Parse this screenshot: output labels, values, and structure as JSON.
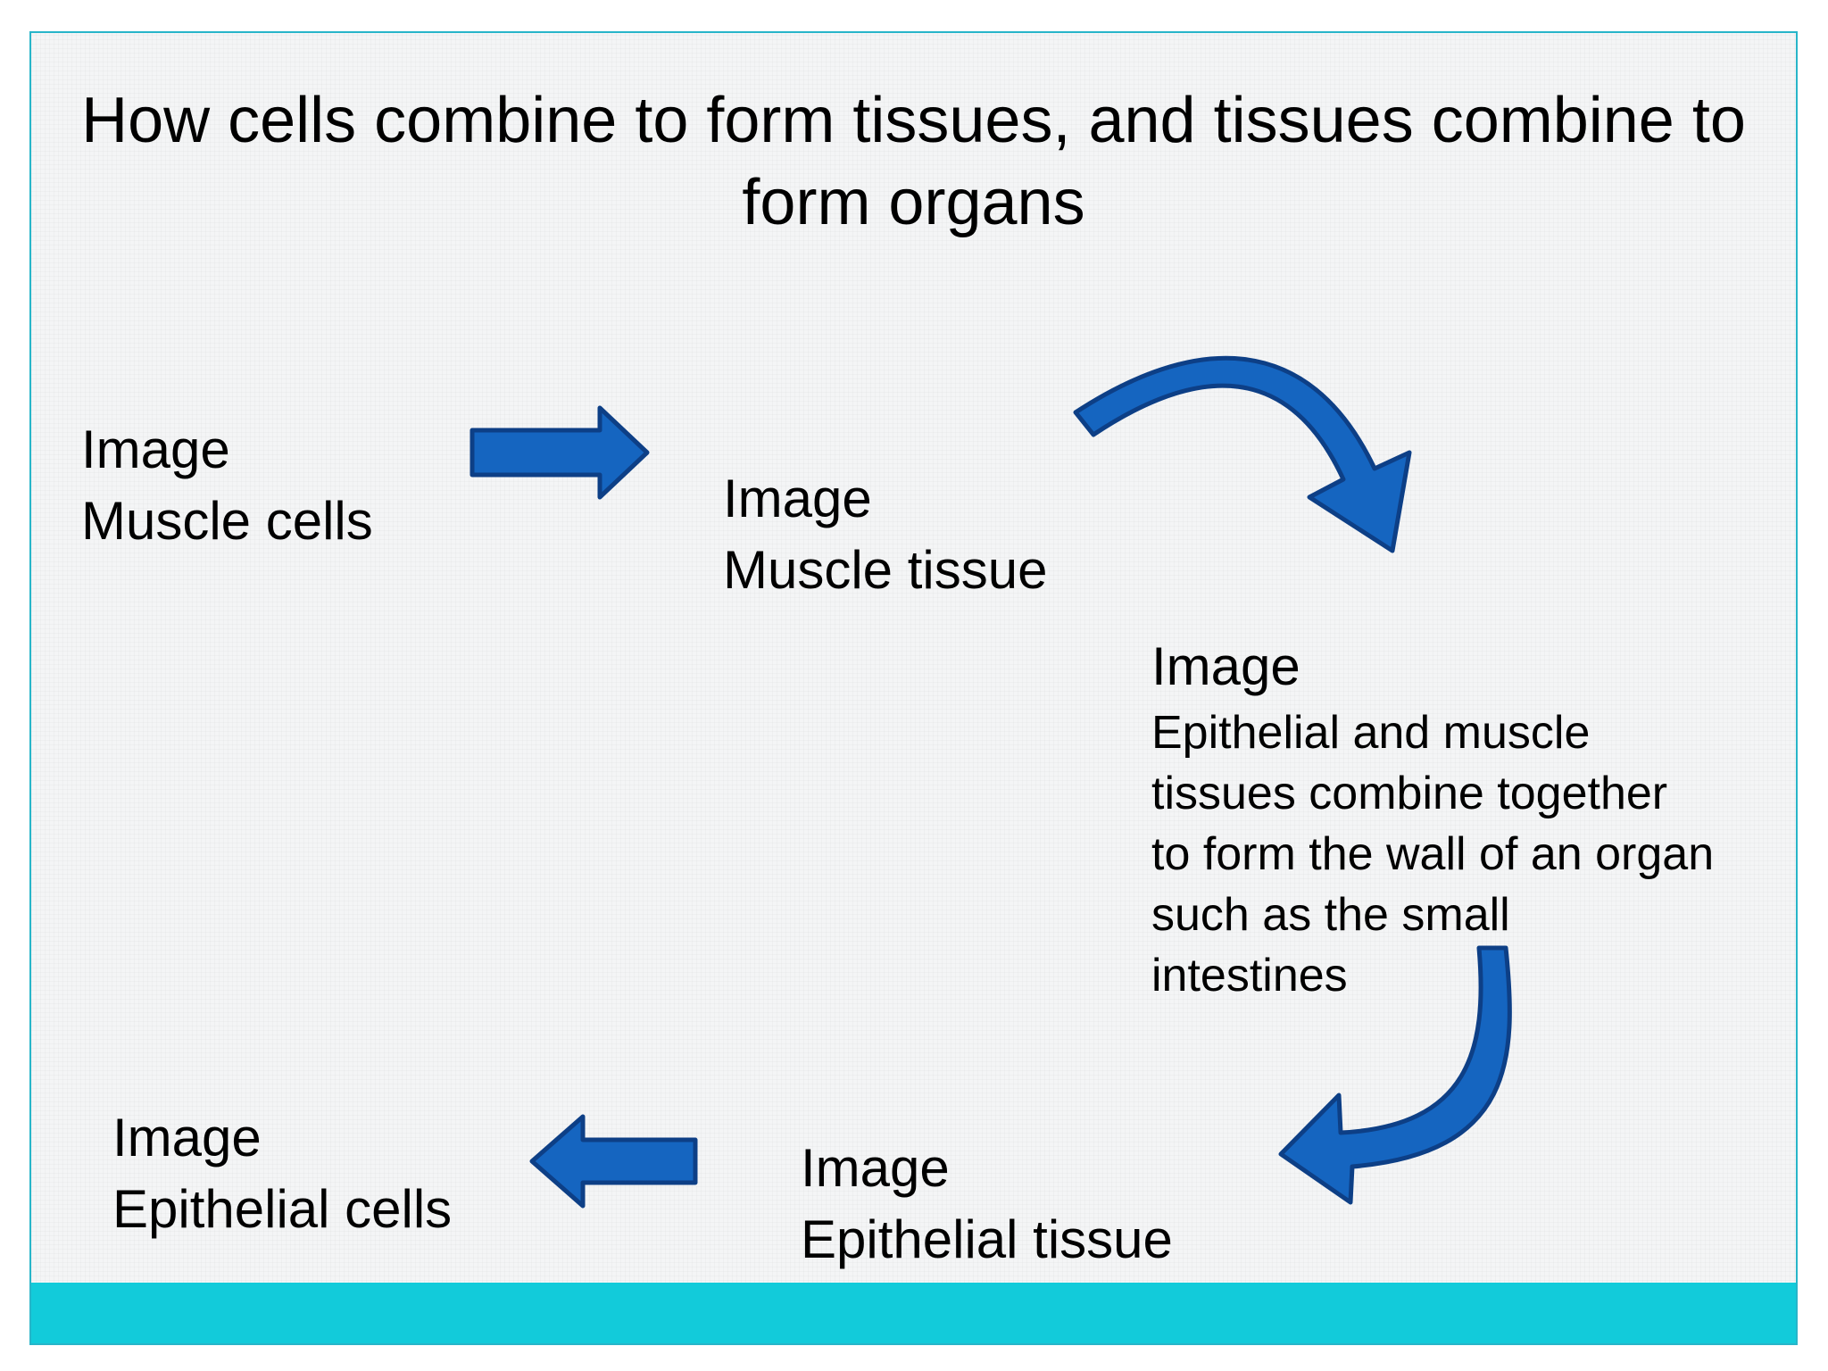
{
  "colors": {
    "slide_background": "#f4f5f6",
    "slide_border": "#27b5c9",
    "footer_band": "#12cbda",
    "arrow_fill": "#1565c0",
    "arrow_stroke": "#0d3f86",
    "text": "#000000"
  },
  "title": "How cells combine to form tissues, and tissues combine to form organs",
  "nodes": {
    "muscle_cells": {
      "image_label": "Image",
      "caption": "Muscle cells"
    },
    "muscle_tissue": {
      "image_label": "Image",
      "caption": "Muscle tissue"
    },
    "organ": {
      "image_label": "Image",
      "caption": "Epithelial and muscle\ntissues combine together\nto form the wall of an organ\nsuch as the small\nintestines"
    },
    "epithelial_tissue": {
      "image_label": "Image",
      "caption": "Epithelial tissue"
    },
    "epithelial_cells": {
      "image_label": "Image",
      "caption": "Epithelial cells"
    }
  },
  "arrows": [
    {
      "from": "muscle_cells",
      "to": "muscle_tissue",
      "shape": "straight-right"
    },
    {
      "from": "muscle_tissue",
      "to": "organ",
      "shape": "curved-down-right"
    },
    {
      "from": "organ",
      "to": "epithelial_tissue",
      "shape": "curved-down-left"
    },
    {
      "from": "epithelial_tissue",
      "to": "epithelial_cells",
      "shape": "straight-left"
    }
  ]
}
